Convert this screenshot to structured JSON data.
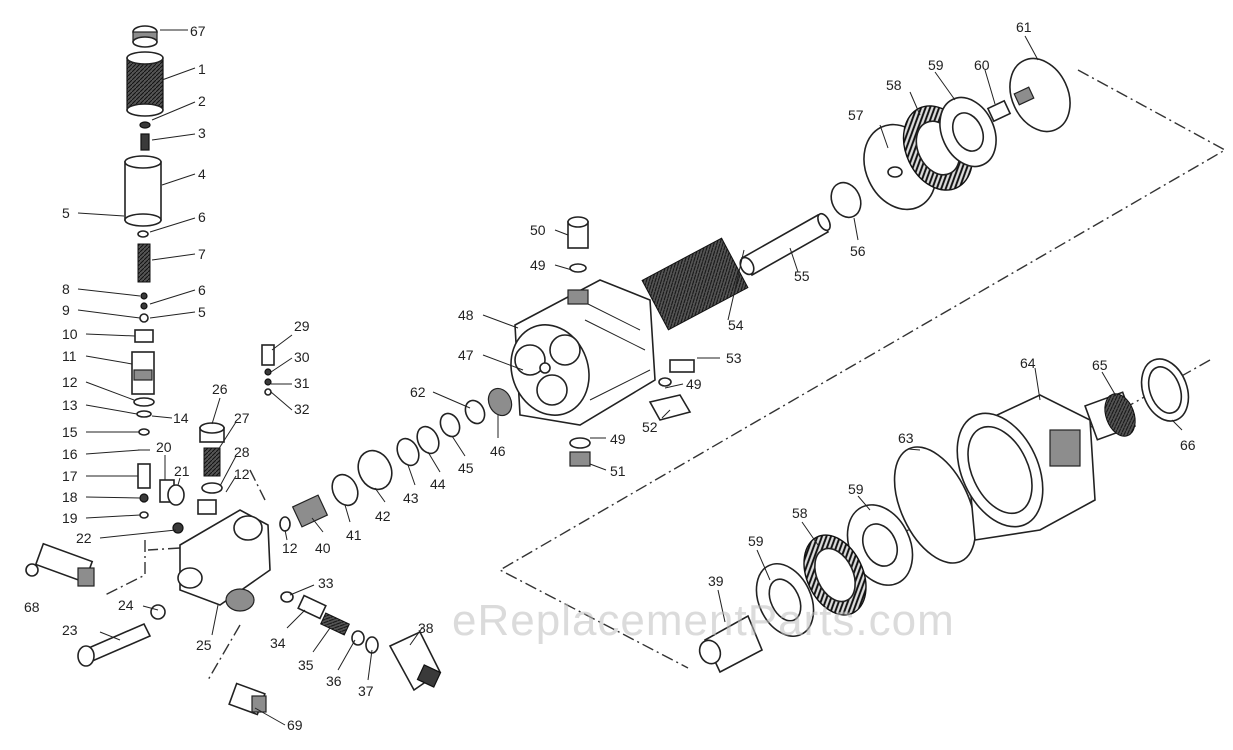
{
  "watermark": "eReplacementParts.com",
  "parts": [
    {
      "id": "p67",
      "label": "67"
    },
    {
      "id": "p1",
      "label": "1"
    },
    {
      "id": "p2",
      "label": "2"
    },
    {
      "id": "p3",
      "label": "3"
    },
    {
      "id": "p4",
      "label": "4"
    },
    {
      "id": "p5a",
      "label": "5"
    },
    {
      "id": "p6a",
      "label": "6"
    },
    {
      "id": "p7",
      "label": "7"
    },
    {
      "id": "p8",
      "label": "8"
    },
    {
      "id": "p6b",
      "label": "6"
    },
    {
      "id": "p9",
      "label": "9"
    },
    {
      "id": "p5b",
      "label": "5"
    },
    {
      "id": "p10",
      "label": "10"
    },
    {
      "id": "p11",
      "label": "11"
    },
    {
      "id": "p12a",
      "label": "12"
    },
    {
      "id": "p13",
      "label": "13"
    },
    {
      "id": "p14",
      "label": "14"
    },
    {
      "id": "p15",
      "label": "15"
    },
    {
      "id": "p16",
      "label": "16"
    },
    {
      "id": "p17",
      "label": "17"
    },
    {
      "id": "p18",
      "label": "18"
    },
    {
      "id": "p19",
      "label": "19"
    },
    {
      "id": "p20",
      "label": "20"
    },
    {
      "id": "p21",
      "label": "21"
    },
    {
      "id": "p22",
      "label": "22"
    },
    {
      "id": "p26",
      "label": "26"
    },
    {
      "id": "p27",
      "label": "27"
    },
    {
      "id": "p28",
      "label": "28"
    },
    {
      "id": "p12b",
      "label": "12"
    },
    {
      "id": "p12c",
      "label": "12"
    },
    {
      "id": "p29",
      "label": "29"
    },
    {
      "id": "p30",
      "label": "30"
    },
    {
      "id": "p31",
      "label": "31"
    },
    {
      "id": "p32",
      "label": "32"
    },
    {
      "id": "p68",
      "label": "68"
    },
    {
      "id": "p24",
      "label": "24"
    },
    {
      "id": "p23",
      "label": "23"
    },
    {
      "id": "p25",
      "label": "25"
    },
    {
      "id": "p33",
      "label": "33"
    },
    {
      "id": "p34",
      "label": "34"
    },
    {
      "id": "p35",
      "label": "35"
    },
    {
      "id": "p36",
      "label": "36"
    },
    {
      "id": "p37",
      "label": "37"
    },
    {
      "id": "p38",
      "label": "38"
    },
    {
      "id": "p69",
      "label": "69"
    },
    {
      "id": "p40",
      "label": "40"
    },
    {
      "id": "p41",
      "label": "41"
    },
    {
      "id": "p42",
      "label": "42"
    },
    {
      "id": "p43",
      "label": "43"
    },
    {
      "id": "p44",
      "label": "44"
    },
    {
      "id": "p45",
      "label": "45"
    },
    {
      "id": "p46",
      "label": "46"
    },
    {
      "id": "p62",
      "label": "62"
    },
    {
      "id": "p47",
      "label": "47"
    },
    {
      "id": "p48",
      "label": "48"
    },
    {
      "id": "p49a",
      "label": "49"
    },
    {
      "id": "p50",
      "label": "50"
    },
    {
      "id": "p54",
      "label": "54"
    },
    {
      "id": "p53",
      "label": "53"
    },
    {
      "id": "p49b",
      "label": "49"
    },
    {
      "id": "p52",
      "label": "52"
    },
    {
      "id": "p49c",
      "label": "49"
    },
    {
      "id": "p51",
      "label": "51"
    },
    {
      "id": "p55",
      "label": "55"
    },
    {
      "id": "p56",
      "label": "56"
    },
    {
      "id": "p57",
      "label": "57"
    },
    {
      "id": "p58a",
      "label": "58"
    },
    {
      "id": "p59a",
      "label": "59"
    },
    {
      "id": "p60",
      "label": "60"
    },
    {
      "id": "p61",
      "label": "61"
    },
    {
      "id": "p64",
      "label": "64"
    },
    {
      "id": "p65",
      "label": "65"
    },
    {
      "id": "p66",
      "label": "66"
    },
    {
      "id": "p63",
      "label": "63"
    },
    {
      "id": "p59b",
      "label": "59"
    },
    {
      "id": "p58b",
      "label": "58"
    },
    {
      "id": "p59c",
      "label": "59"
    },
    {
      "id": "p39",
      "label": "39"
    }
  ]
}
